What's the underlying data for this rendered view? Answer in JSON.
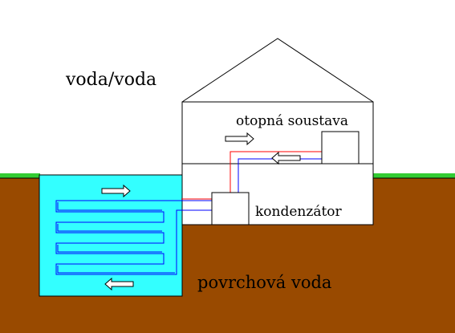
{
  "title": "voda/voda",
  "labels": {
    "heating_system": "otopná soustava",
    "condenser": "kondenzátor",
    "surface_water": "povrchová voda"
  },
  "colors": {
    "soil": "#994a00",
    "grass": "#33cc33",
    "water": "#33ffff",
    "hot_pipe": "#ff0000",
    "cold_pipe": "#0000ff",
    "outline": "#000000",
    "background": "#ffffff"
  },
  "icons": {
    "flow_right": "arrow-right-icon",
    "flow_left": "arrow-left-icon"
  }
}
